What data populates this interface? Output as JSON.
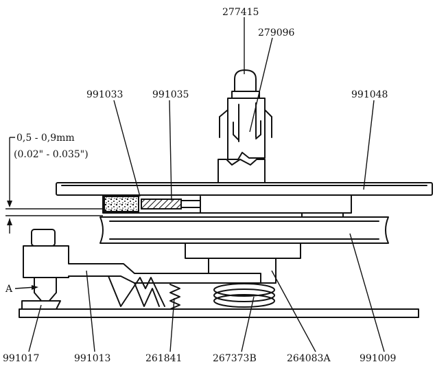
{
  "diagram": {
    "dimension": {
      "metric": "0,5 - 0,9mm",
      "imperial": "(0.02\" - 0.035\")"
    },
    "parts": {
      "p277415": "277415",
      "p279096": "279096",
      "p991033": "991033",
      "p991035": "991035",
      "p991048": "991048",
      "pA": "A",
      "p991017": "991017",
      "p991013": "991013",
      "p261841": "261841",
      "p267373B": "267373B",
      "p264083A": "264083A",
      "p991009": "991009"
    }
  }
}
